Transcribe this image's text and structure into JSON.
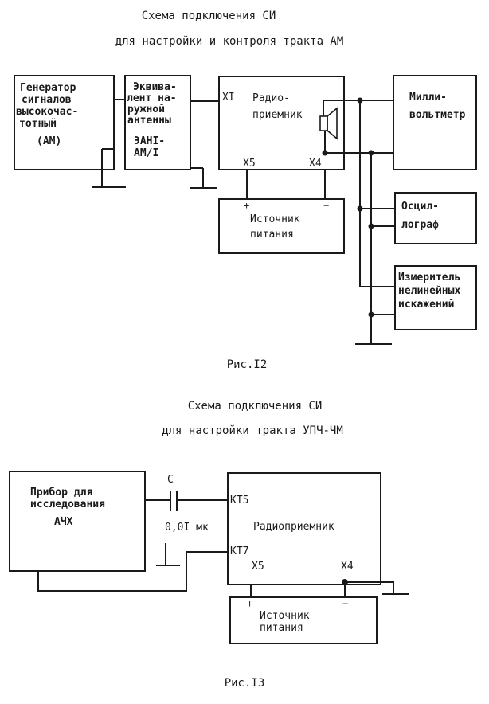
{
  "fig12": {
    "title_line1": "Схема подключения СИ",
    "title_line2": "для настройки и контроля тракта АМ",
    "generator": [
      "Генератор",
      "сигналов",
      "высокочас-",
      "тотный",
      "(АМ)"
    ],
    "equivalent": [
      "Эквива-",
      "лент на-",
      "ружной",
      "антенны",
      "ЭАНI-",
      "АМ/I"
    ],
    "receiver": [
      "Радио-",
      "приемник"
    ],
    "receiver_x1": "XI",
    "receiver_x5": "X5",
    "receiver_x4": "X4",
    "power": [
      "Источник",
      "питания"
    ],
    "power_plus": "+",
    "power_minus": "−",
    "millivoltmeter": [
      "Милли-",
      "вольтметр"
    ],
    "oscilloscope": [
      "Осцил-",
      "лограф"
    ],
    "distortion": [
      "Измеритель",
      "нелинейных",
      "искажений"
    ],
    "caption": "Рис.I2"
  },
  "fig13": {
    "title_line1": "Схема подключения СИ",
    "title_line2": "для настройки тракта УПЧ-ЧМ",
    "instrument": [
      "Прибор для",
      "исследования",
      "АЧХ"
    ],
    "capacitor_label": "С",
    "capacitor_value": "0,0I мк",
    "receiver": "Радиоприемник",
    "kt5": "КТ5",
    "kt7": "КТ7",
    "x5": "X5",
    "x4": "X4",
    "power": [
      "Источник",
      "питания"
    ],
    "power_plus": "+",
    "power_minus": "−",
    "caption": "Рис.I3"
  }
}
